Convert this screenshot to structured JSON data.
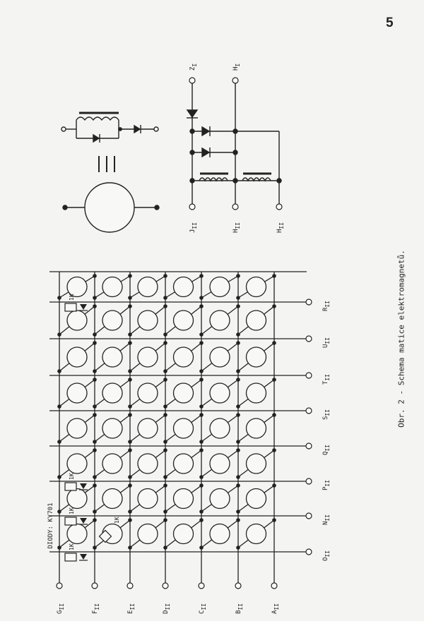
{
  "page_number": "5",
  "caption": "Obr. 2 - Schema matice elektromagnetů.",
  "diode_note": "DIODY: KY701",
  "resistor_label": "1K",
  "row_terminals": [
    {
      "letter": "G",
      "sub": "II"
    },
    {
      "letter": "F",
      "sub": "II"
    },
    {
      "letter": "E",
      "sub": "II"
    },
    {
      "letter": "D",
      "sub": "II"
    },
    {
      "letter": "C",
      "sub": "II"
    },
    {
      "letter": "B",
      "sub": "II"
    },
    {
      "letter": "A",
      "sub": "II"
    }
  ],
  "column_terminals": [
    {
      "letter": "O",
      "sub": "II"
    },
    {
      "letter": "N",
      "sub": "II"
    },
    {
      "letter": "P",
      "sub": "II"
    },
    {
      "letter": "Q",
      "sub": "II"
    },
    {
      "letter": "S",
      "sub": "II"
    },
    {
      "letter": "T",
      "sub": "II"
    },
    {
      "letter": "U",
      "sub": "II"
    },
    {
      "letter": "R",
      "sub": "II"
    }
  ],
  "right_circuit_terminals": {
    "top": [
      {
        "letter": "Z",
        "sub": "I"
      },
      {
        "letter": "H",
        "sub": "I"
      }
    ],
    "bottom": [
      {
        "letter": "J",
        "sub": "II"
      },
      {
        "letter": "H",
        "sub": "II"
      },
      {
        "letter": "H",
        "sub": "II"
      }
    ]
  }
}
